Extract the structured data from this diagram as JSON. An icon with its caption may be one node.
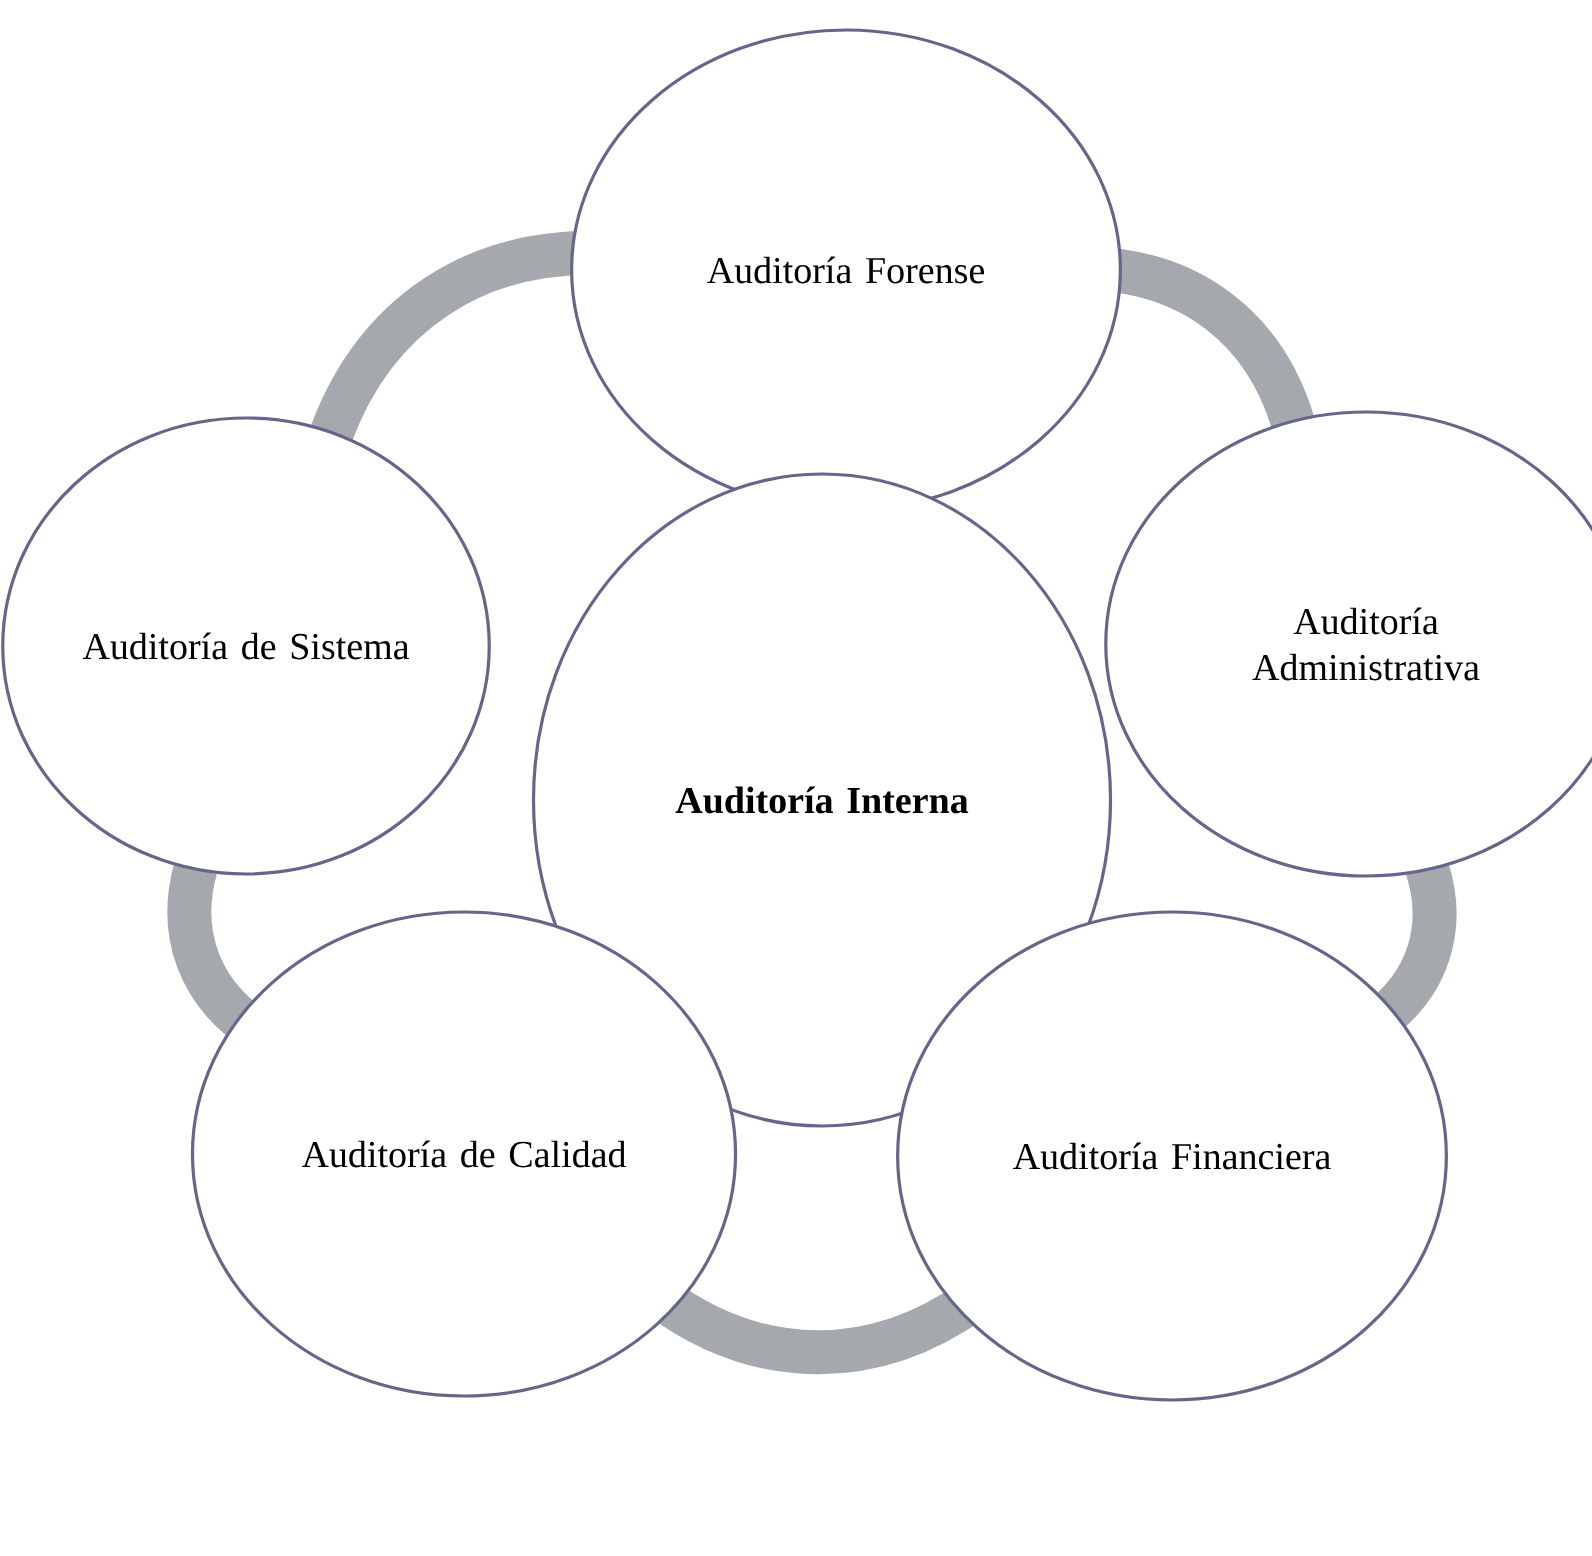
{
  "diagram": {
    "nodes": [
      {
        "text": [
          "Auditoría Forense"
        ]
      },
      {
        "text": [
          "Auditoría de Sistema"
        ]
      },
      {
        "text": [
          "Auditoría Interna"
        ]
      },
      {
        "text": [
          "Auditoría Administrativa"
        ]
      },
      {
        "text": [
          "Auditoría de Calidad"
        ]
      },
      {
        "text": [
          "Auditoría Financiera"
        ]
      }
    ],
    "edges": [
      {
        "from": 0,
        "to": 3,
        "arrow": "none"
      },
      {
        "from": 3,
        "to": 5,
        "arrow": "none"
      },
      {
        "from": 5,
        "to": 4,
        "arrow": "none"
      },
      {
        "from": 4,
        "to": 1,
        "arrow": "none"
      },
      {
        "from": 1,
        "to": 0,
        "arrow": "none"
      }
    ]
  }
}
